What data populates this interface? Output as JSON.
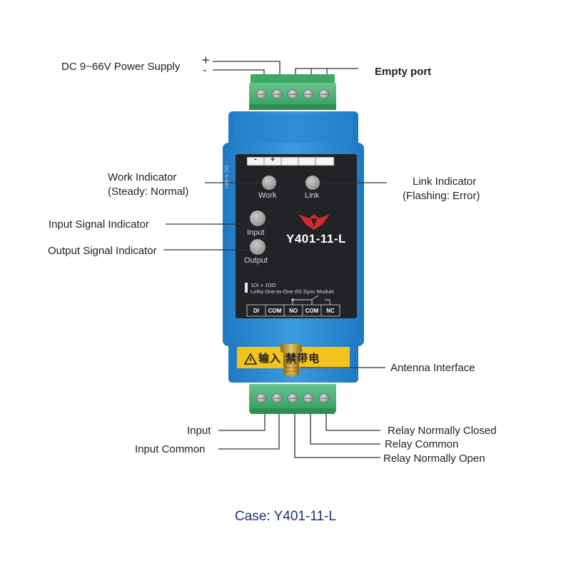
{
  "device": {
    "model": "Y401-11-L",
    "spec_line_1": "1DI + 1DO",
    "spec_line_2": "LoRa One-to-One I/O Sync Module",
    "voltage_mark": "DC 9~66V",
    "top_terminals": [
      "-",
      "+",
      "",
      "",
      ""
    ],
    "bottom_pins": [
      "DI",
      "COM",
      "NO",
      "COM",
      "NC"
    ],
    "leds": {
      "work": "Work",
      "link": "Link",
      "input": "Input",
      "output": "Output"
    },
    "warning_text": "输入 禁带电",
    "colors": {
      "housing": "#2f8fd6",
      "panel": "#222326",
      "terminal": "#4fb37a",
      "logo": "#d8272d"
    }
  },
  "callouts": {
    "power_supply": "DC 9~66V Power Supply",
    "plus": "+",
    "minus": "-",
    "empty_port": "Empty port",
    "work_indicator_1": "Work Indicator",
    "work_indicator_2": "(Steady: Normal)",
    "link_indicator_1": "Link Indicator",
    "link_indicator_2": "(Flashing: Error)",
    "input_signal": "Input Signal Indicator",
    "output_signal": "Output Signal Indicator",
    "antenna": "Antenna Interface",
    "input": "Input",
    "input_common": "Input Common",
    "relay_nc": "Relay Normally Closed",
    "relay_com": "Relay Common",
    "relay_no": "Relay Normally Open"
  },
  "caption": "Case: Y401-11-L"
}
